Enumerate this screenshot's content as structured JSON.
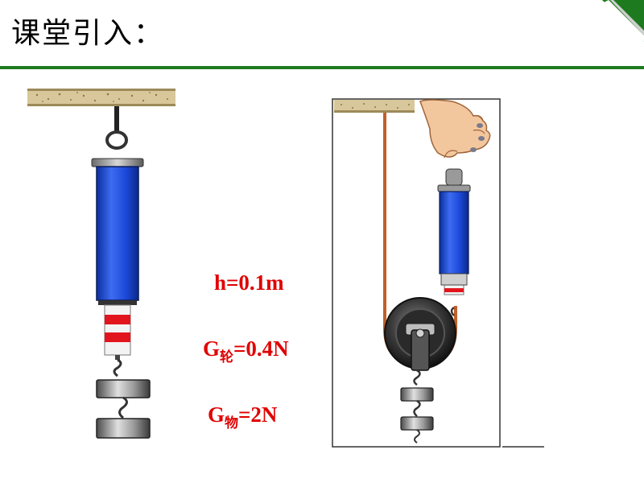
{
  "slide": {
    "title": "课堂引入："
  },
  "labels": {
    "h": "h=0.1m",
    "g_wheel_prefix": "G",
    "g_wheel_sub": "轮",
    "g_wheel_value": "=0.4N",
    "g_obj_prefix": "G",
    "g_obj_sub": "物",
    "g_obj_value": "=2N"
  },
  "colors": {
    "title_rule": "#1f7a1f",
    "label_text": "#e00000",
    "spring_scale_body": "#1e50e6",
    "rope": "#c0602a",
    "pulley": "#3a3a3a"
  },
  "icons": {
    "corner": "page-curl-icon",
    "hand": "hand-icon"
  }
}
